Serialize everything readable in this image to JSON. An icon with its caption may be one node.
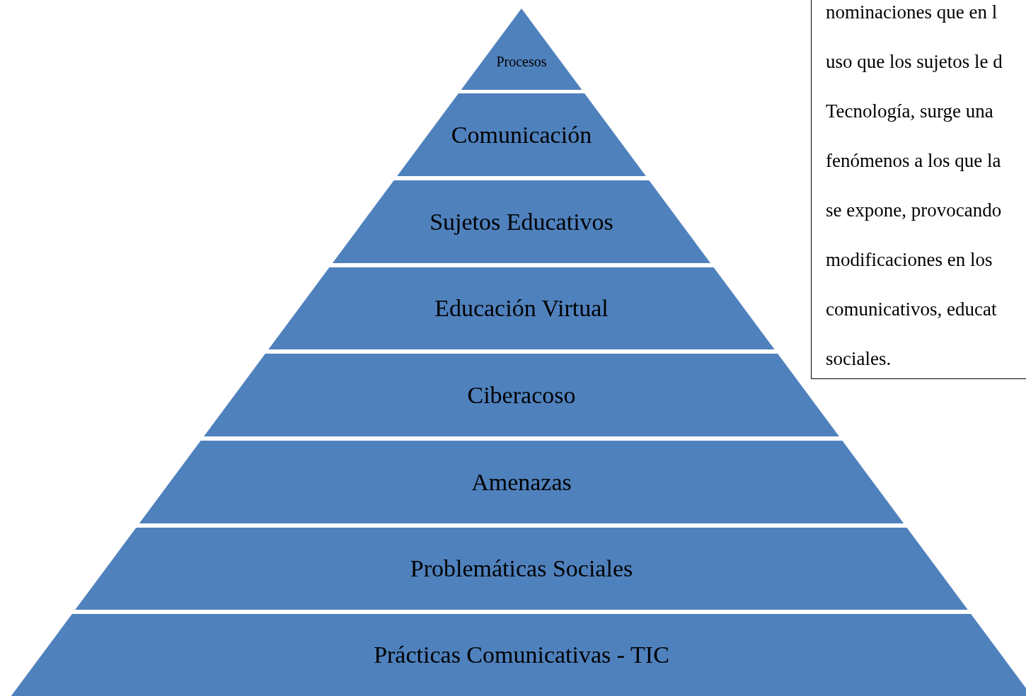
{
  "diagram": {
    "nodes": [
      {
        "text": [
          "Procesos"
        ]
      },
      {
        "text": [
          "Comunicación"
        ]
      },
      {
        "text": [
          "Sujetos Educativos"
        ]
      },
      {
        "text": [
          "Educación Virtual"
        ]
      },
      {
        "text": [
          "Ciberacoso"
        ]
      },
      {
        "text": [
          "Amenazas"
        ]
      },
      {
        "text": [
          "Problemáticas Sociales"
        ]
      },
      {
        "text": [
          "Prácticas Comunicativas - TIC"
        ]
      }
    ],
    "labels": [
      "nominaciones que en l",
      "uso que los sujetos le d",
      "Tecnología, surge una",
      "fenómenos a los que la",
      "se expone, provocando",
      "modificaciones en los",
      "comunicativos, educat",
      "sociales."
    ]
  }
}
